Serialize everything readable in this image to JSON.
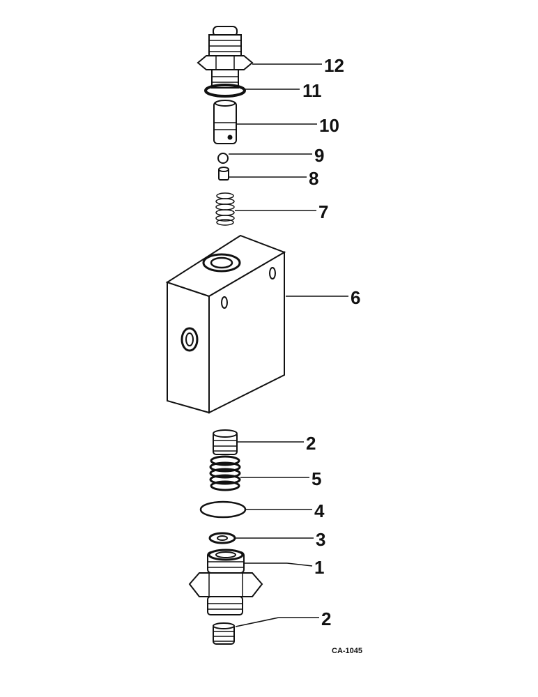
{
  "callouts": {
    "c12": "12",
    "c11": "11",
    "c10": "10",
    "c9": "9",
    "c8": "8",
    "c7": "7",
    "c6": "6",
    "c2a": "2",
    "c5": "5",
    "c4": "4",
    "c3": "3",
    "c1": "1",
    "c2b": "2"
  },
  "drawing_code": "CA-1045"
}
